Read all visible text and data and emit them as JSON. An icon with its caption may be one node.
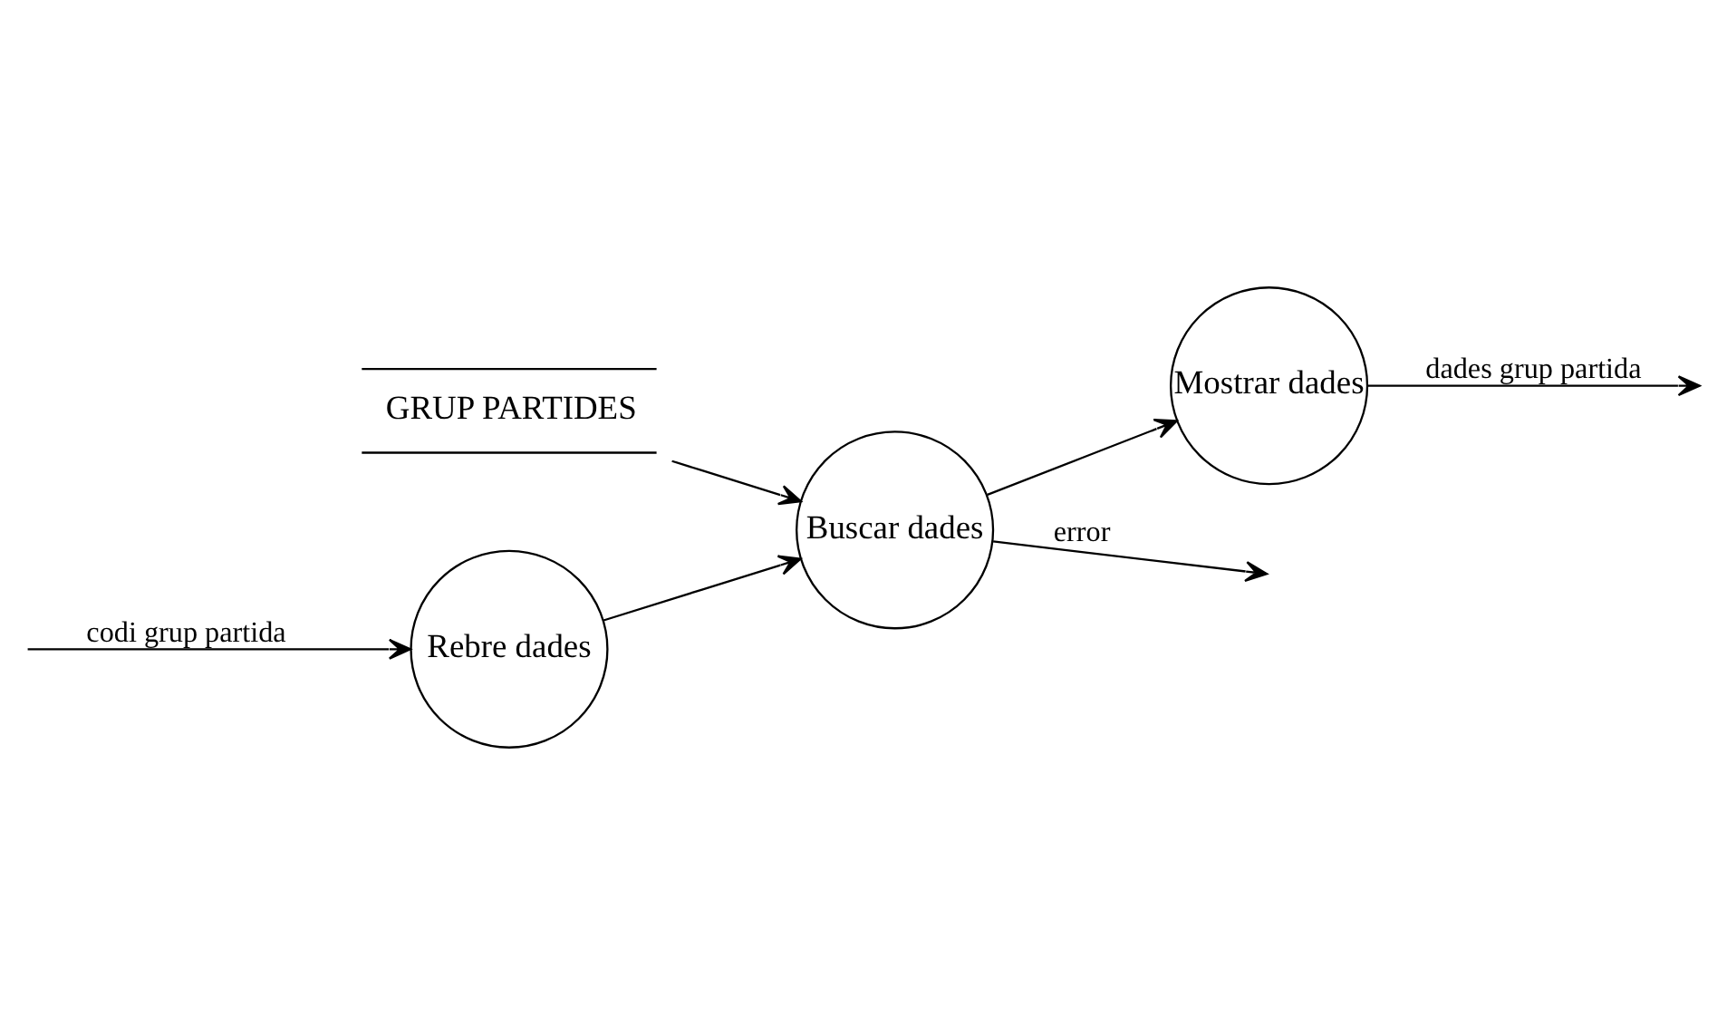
{
  "diagram": {
    "nodes": [
      {
        "text": [
          "Rebre dades"
        ]
      },
      {
        "text": [
          "GRUP PARTIDES"
        ]
      },
      {
        "text": [
          "Buscar dades"
        ]
      },
      {
        "text": [
          "Mostrar dades"
        ]
      }
    ],
    "edges": [
      {
        "from": null,
        "to": 0,
        "arrow": "to",
        "label": "codi grup partida"
      },
      {
        "from": 0,
        "to": 2,
        "arrow": "to"
      },
      {
        "from": 1,
        "to": 2,
        "arrow": "to"
      },
      {
        "from": 2,
        "to": null,
        "arrow": "to",
        "label": "error"
      },
      {
        "from": 2,
        "to": 3,
        "arrow": "to"
      },
      {
        "from": 3,
        "to": null,
        "arrow": "to",
        "label": "dades grup partida"
      }
    ]
  }
}
